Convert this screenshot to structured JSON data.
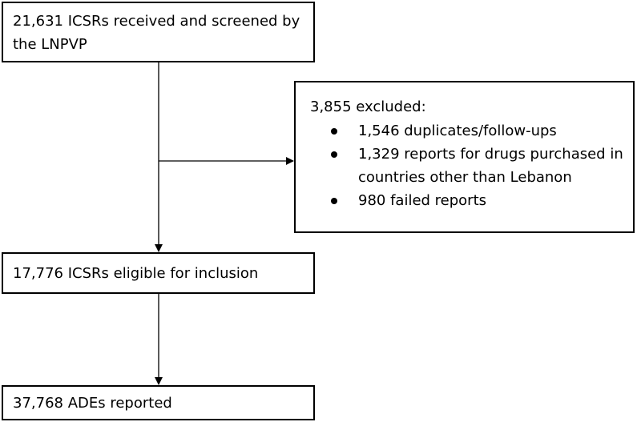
{
  "boxes": {
    "received": "21,631 ICSRs received and screened by the LNPVP",
    "excluded": {
      "heading": "3,855 excluded:",
      "items": [
        "1,546 duplicates/follow-ups",
        "1,329 reports for drugs purchased in countries other than Lebanon",
        "980 failed reports"
      ]
    },
    "eligible": "17,776 ICSRs eligible for inclusion",
    "ades": "37,768 ADEs reported"
  }
}
